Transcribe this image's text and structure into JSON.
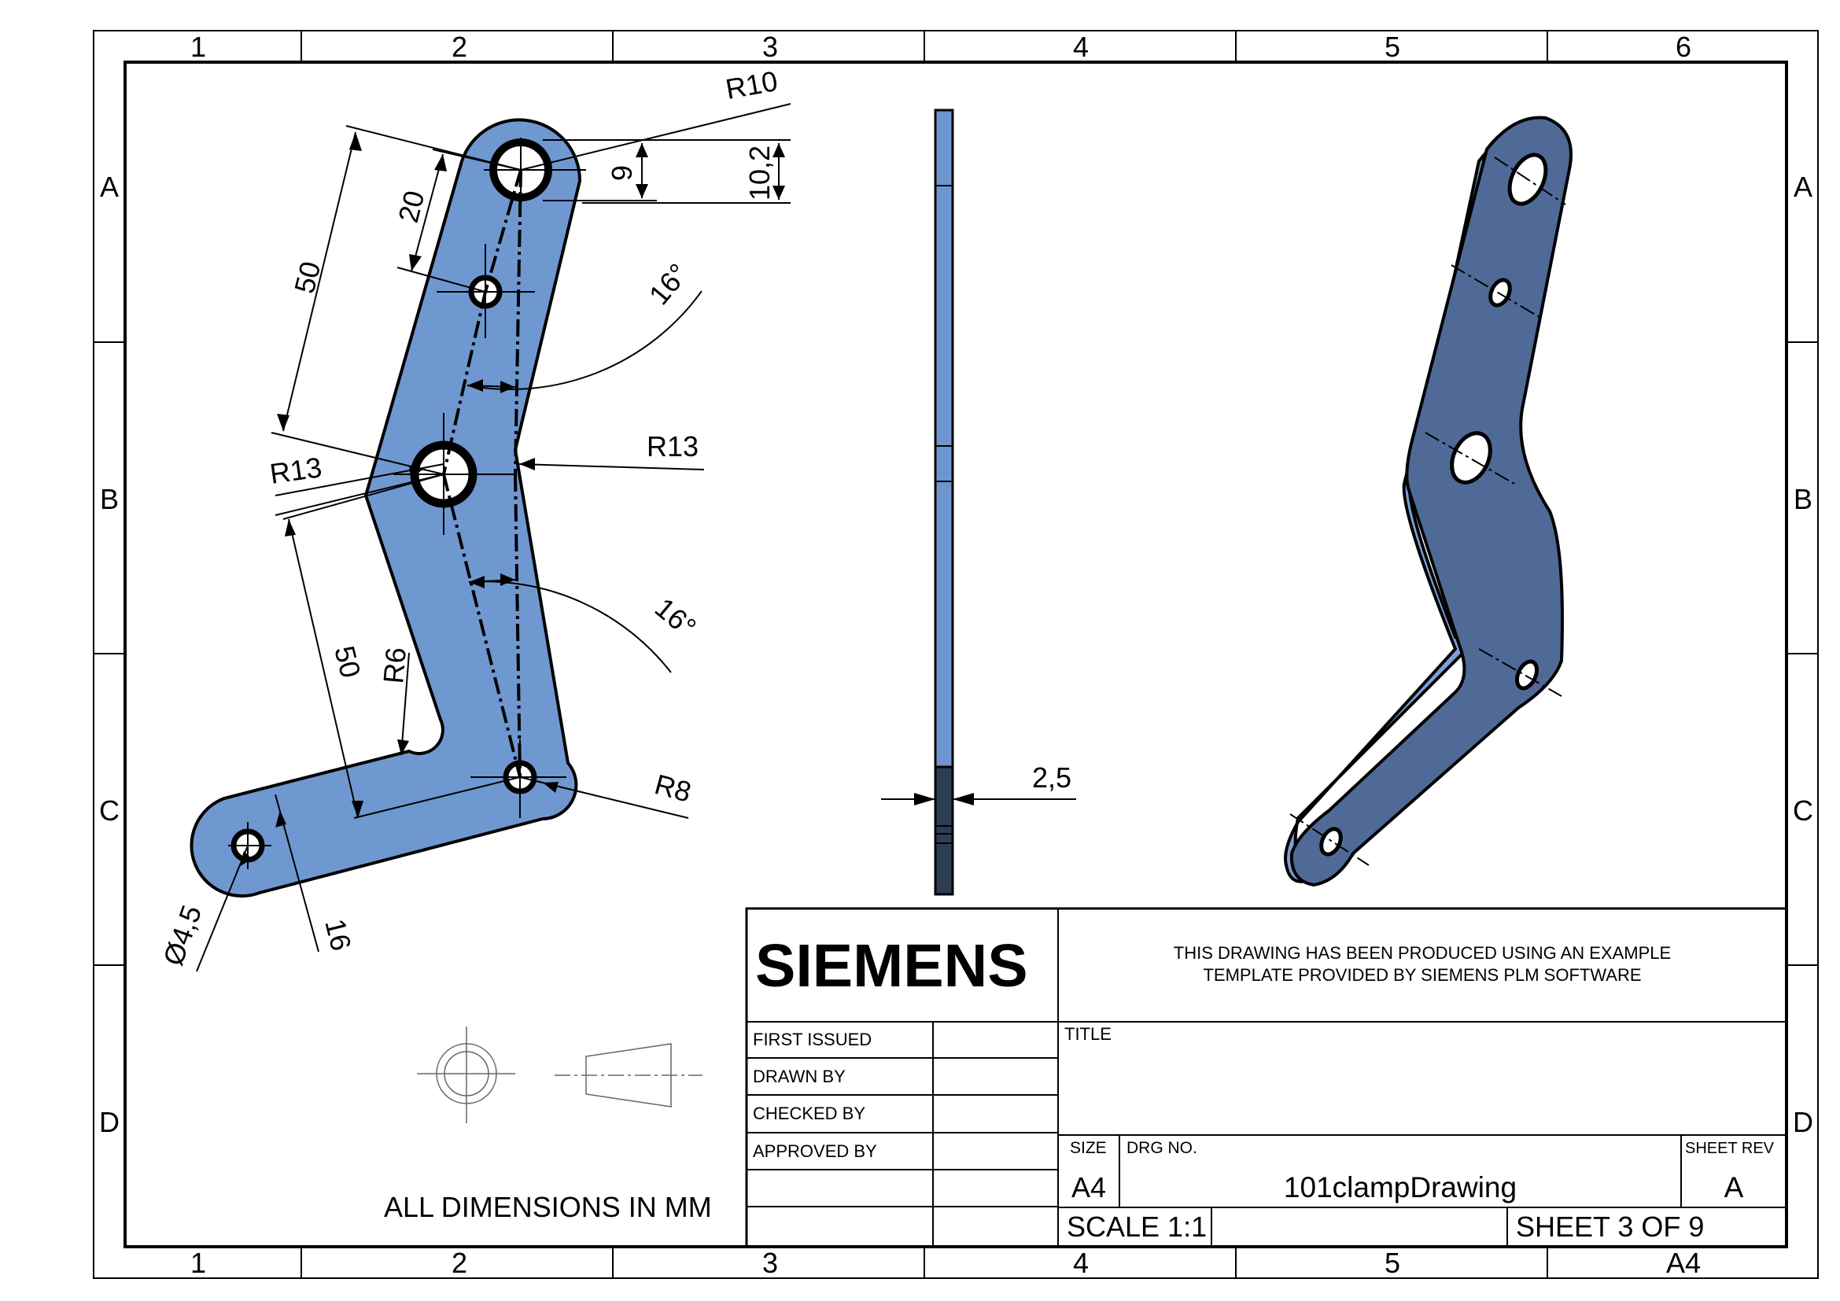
{
  "zones": {
    "columns_top": [
      "1",
      "2",
      "3",
      "4",
      "5",
      "6"
    ],
    "columns_bottom": [
      "1",
      "2",
      "3",
      "4",
      "5",
      "A4"
    ],
    "rows": [
      "A",
      "B",
      "C",
      "D"
    ]
  },
  "dimensions": {
    "radius_top": "R10",
    "hole_small": "9",
    "hole_outer": "10,2",
    "len_upper": "50",
    "len_short": "20",
    "angle_upper": "16°",
    "radius_mid_left": "R13",
    "radius_mid_right": "R13",
    "angle_lower": "16°",
    "len_lower": "50",
    "radius_inner": "R6",
    "radius_lower": "R8",
    "diameter": "Ø4,5",
    "width": "16",
    "thickness": "2,5"
  },
  "note": "ALL DIMENSIONS IN MM",
  "title_block": {
    "logo": "SIEMENS",
    "disclaimer_line1": "THIS DRAWING HAS BEEN PRODUCED USING AN EXAMPLE",
    "disclaimer_line2": "TEMPLATE PROVIDED BY SIEMENS PLM SOFTWARE",
    "first_issued": "FIRST ISSUED",
    "drawn_by": "DRAWN BY",
    "checked_by": "CHECKED BY",
    "approved_by": "APPROVED BY",
    "title_label": "TITLE",
    "size_label": "SIZE",
    "size_value": "A4",
    "drg_no_label": "DRG NO.",
    "drg_no_value": "101clampDrawing",
    "sheet_rev_label": "SHEET REV",
    "sheet_rev_value": "A",
    "scale": "SCALE 1:1",
    "sheet": "SHEET 3 OF 9"
  },
  "colors": {
    "part_fill": "#7098d0",
    "iso_fill": "#4f6a96",
    "iso_edge": "#7d9fd6",
    "line": "#000000"
  }
}
